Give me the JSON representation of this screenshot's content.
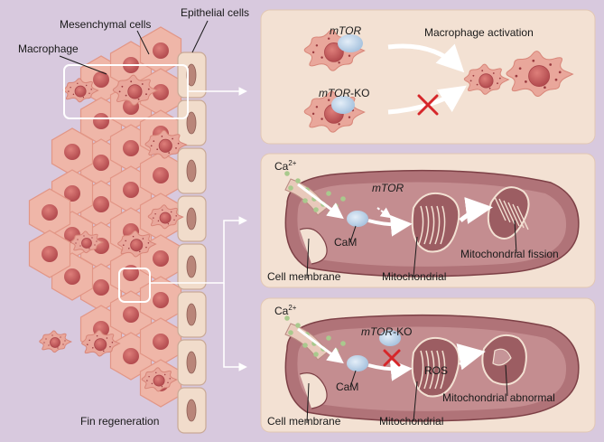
{
  "left": {
    "mesenchymal_label": "Mesenchymal cells",
    "epithelial_label": "Epithelial cells",
    "macrophage_label": "Macrophage",
    "fin_label": "Fin regeneration"
  },
  "panel_top": {
    "mtor_label": "mTOR",
    "mtor_ko_gene": "mTOR",
    "mtor_ko_suffix": "-KO",
    "activation_label": "Macrophage activation"
  },
  "panel_mid": {
    "ca_base": "Ca",
    "ca_sup": "2+",
    "mtor_label": "mTOR",
    "cam_label": "CaM",
    "cell_membrane_label": "Cell membrane",
    "mito_label": "Mitochondrial",
    "fission_label": "Mitochondrial fission"
  },
  "panel_bot": {
    "ca_base": "Ca",
    "ca_sup": "2+",
    "mtor_ko_gene": "mTOR",
    "mtor_ko_suffix": "-KO",
    "cam_label": "CaM",
    "ros_label": "ROS",
    "cell_membrane_label": "Cell membrane",
    "mito_label": "Mitochondrial",
    "abnormal_label": "Mitochondrial abnormal"
  },
  "colors": {
    "background": "#d8c9de",
    "panel": "#f3e1d3",
    "cell_fill": "#e9a79b",
    "nucleus": "#c4595a",
    "epithelial": "#f1dccb",
    "mito_fill": "#9c5d62",
    "cam_blue": "#b7cfe6",
    "ca_green": "#a9c98d",
    "x_red": "#d6262a"
  }
}
